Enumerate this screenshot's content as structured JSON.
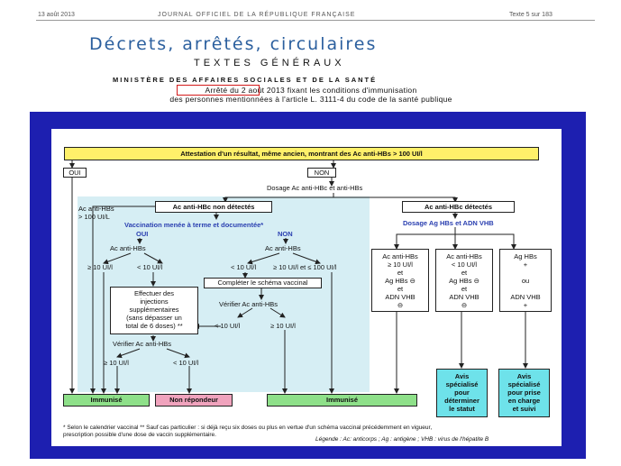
{
  "header": {
    "date": "13 août 2013",
    "journal": "JOURNAL OFFICIEL DE LA RÉPUBLIQUE FRANÇAISE",
    "page": "Texte 5 sur 183",
    "main_title": "Décrets, arrêtés, circulaires",
    "section": "TEXTES GÉNÉRAUX",
    "ministry": "MINISTÈRE DES AFFAIRES SOCIALES ET DE LA SANTÉ",
    "decree_line1": "Arrêté du 2 août 2013 fixant les conditions d'immunisation",
    "decree_line2": "des personnes mentionnées à l'article L. 3111-4 du code de la santé publique"
  },
  "diagram": {
    "banner": "Attestation d'un résultat, même ancien, montrant des Ac anti-HBs > 100 UI/l",
    "oui": "OUI",
    "non": "NON",
    "dosage_top": "Dosage Ac anti-HBc et anti-HBs",
    "not_detected": "Ac anti-HBc non détectés",
    "detected": "Ac anti-HBc détectés",
    "left_ac_line1": "Ac anti-HBs",
    "left_ac_line2": "> 100 UI/L",
    "vaccination": "Vaccination menée à terme et documentée*",
    "vacc_oui": "OUI",
    "vacc_non": "NON",
    "ac_hbs_a": "Ac anti-HBs",
    "ac_hbs_b": "Ac anti-HBs",
    "ge10_a": "≥ 10 UI/l",
    "lt100_a": "< 10 UI/l",
    "lt10_b": "< 10 UI/l",
    "range_b": "≥ 10 UI/l et ≤ 100 UI/l",
    "inject_box": [
      "Effectuer des",
      "injections",
      "supplémentaires",
      "(sans dépasser un",
      "total de 6 doses) **"
    ],
    "complete_box": "Compléter le schéma vaccinal",
    "verify_c": "Vérifier Ac anti-HBs",
    "lt10_c": "< 10 UI/l",
    "ge10_c": "≥ 10 UI/l",
    "verify_d": "Vérifier Ac anti-HBs",
    "ge10_d": "≥ 10 UI/l",
    "lt10_d": "< 10 UI/l",
    "dosage_ag": "Dosage Ag HBs et ADN VHB",
    "col1": [
      "Ac anti-HBs",
      "≥ 10 UI/l",
      "et",
      "Ag HBs ⊖",
      "et",
      "ADN VHB",
      "⊖"
    ],
    "col2": [
      "Ac anti-HBs",
      "< 10 UI/l",
      "et",
      "Ag HBs ⊖",
      "et",
      "ADN VHB",
      "⊖"
    ],
    "col3": [
      "Ag HBs",
      "+",
      "",
      "ou",
      "",
      "ADN VHB",
      "+"
    ],
    "avis1": [
      "Avis",
      "spécialisé",
      "pour",
      "déterminer",
      "le statut"
    ],
    "avis2": [
      "Avis",
      "spécialisé",
      "pour prise",
      "en charge",
      "et suivi"
    ],
    "immunise1": "Immunisé",
    "non_repondeur": "Non répondeur",
    "immunise2": "Immunisé",
    "footnote1": "* Selon le calendrier vaccinal  ** Sauf cas particulier : si déjà reçu six doses ou plus en vertue d'un schéma vaccinal précédemment en vigueur,",
    "footnote2": "prescription possible d'une dose de vaccin supplémentaire.",
    "legend": "Légende : Ac: anticorps ; Ag : antigène ; VHB : virus de l'hépatite B"
  },
  "colors": {
    "frame": "#1d1fb0",
    "title": "#2b5f9e",
    "green": "#8ee089",
    "pink": "#f0a3bd",
    "cyan": "#6ee2ea",
    "yellow": "#fff06a",
    "highlight": "#d31a1a"
  }
}
